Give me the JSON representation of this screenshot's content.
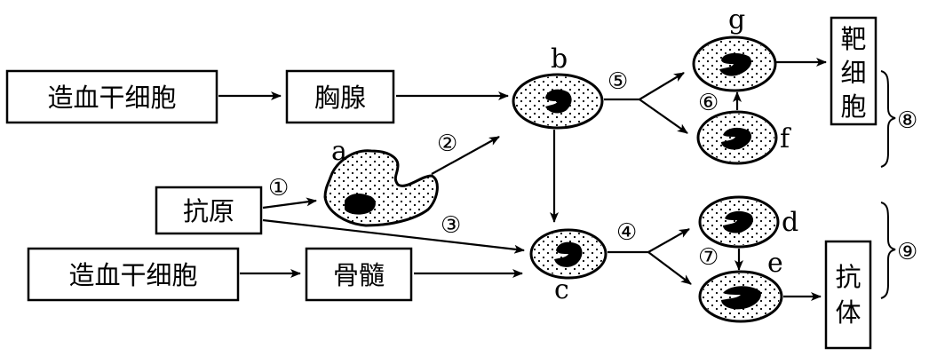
{
  "boxes": {
    "stem_cell_top": "造血干细胞",
    "thymus": "胸腺",
    "antigen": "抗原",
    "stem_cell_bottom": "造血干细胞",
    "bone_marrow": "骨髓",
    "target_cell": [
      "靶",
      "细",
      "胞"
    ],
    "antibody": [
      "抗",
      "体"
    ]
  },
  "cell_labels": {
    "a": "a",
    "b": "b",
    "c": "c",
    "d": "d",
    "e": "e",
    "f": "f",
    "g": "g"
  },
  "step_labels": {
    "s1": "①",
    "s2": "②",
    "s3": "③",
    "s4": "④",
    "s5": "⑤",
    "s6": "⑥",
    "s7": "⑦",
    "s8": "⑧",
    "s9": "⑨"
  },
  "colors": {
    "stroke": "#000000",
    "background": "#ffffff"
  }
}
